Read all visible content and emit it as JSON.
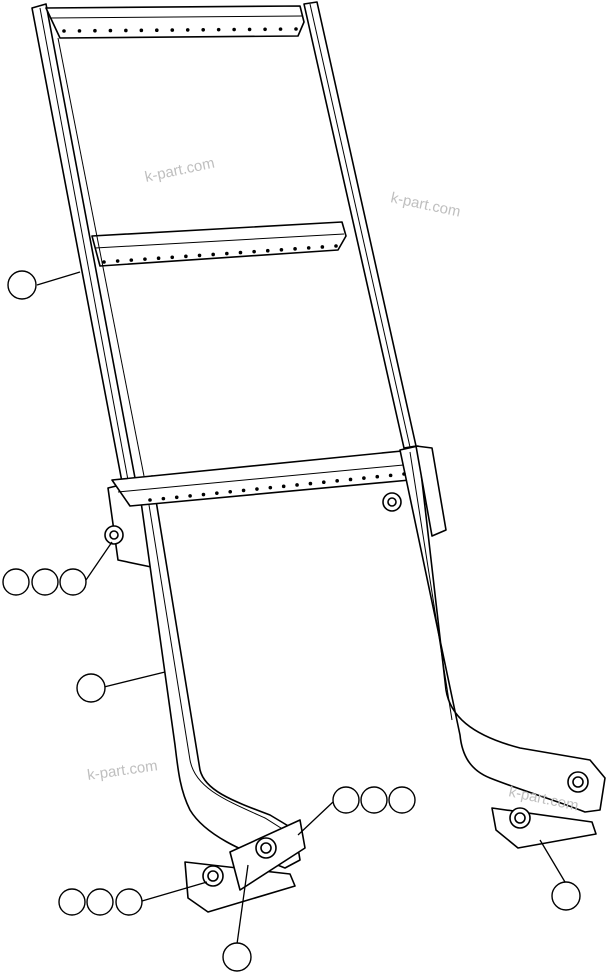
{
  "watermarks": [
    "k-part.com",
    "k-part.com",
    "k-part.com",
    "k-part.com"
  ],
  "callout_labels": [
    "",
    "",
    "",
    "",
    "",
    "",
    "",
    "",
    "",
    "",
    "",
    "",
    "",
    "",
    ""
  ]
}
